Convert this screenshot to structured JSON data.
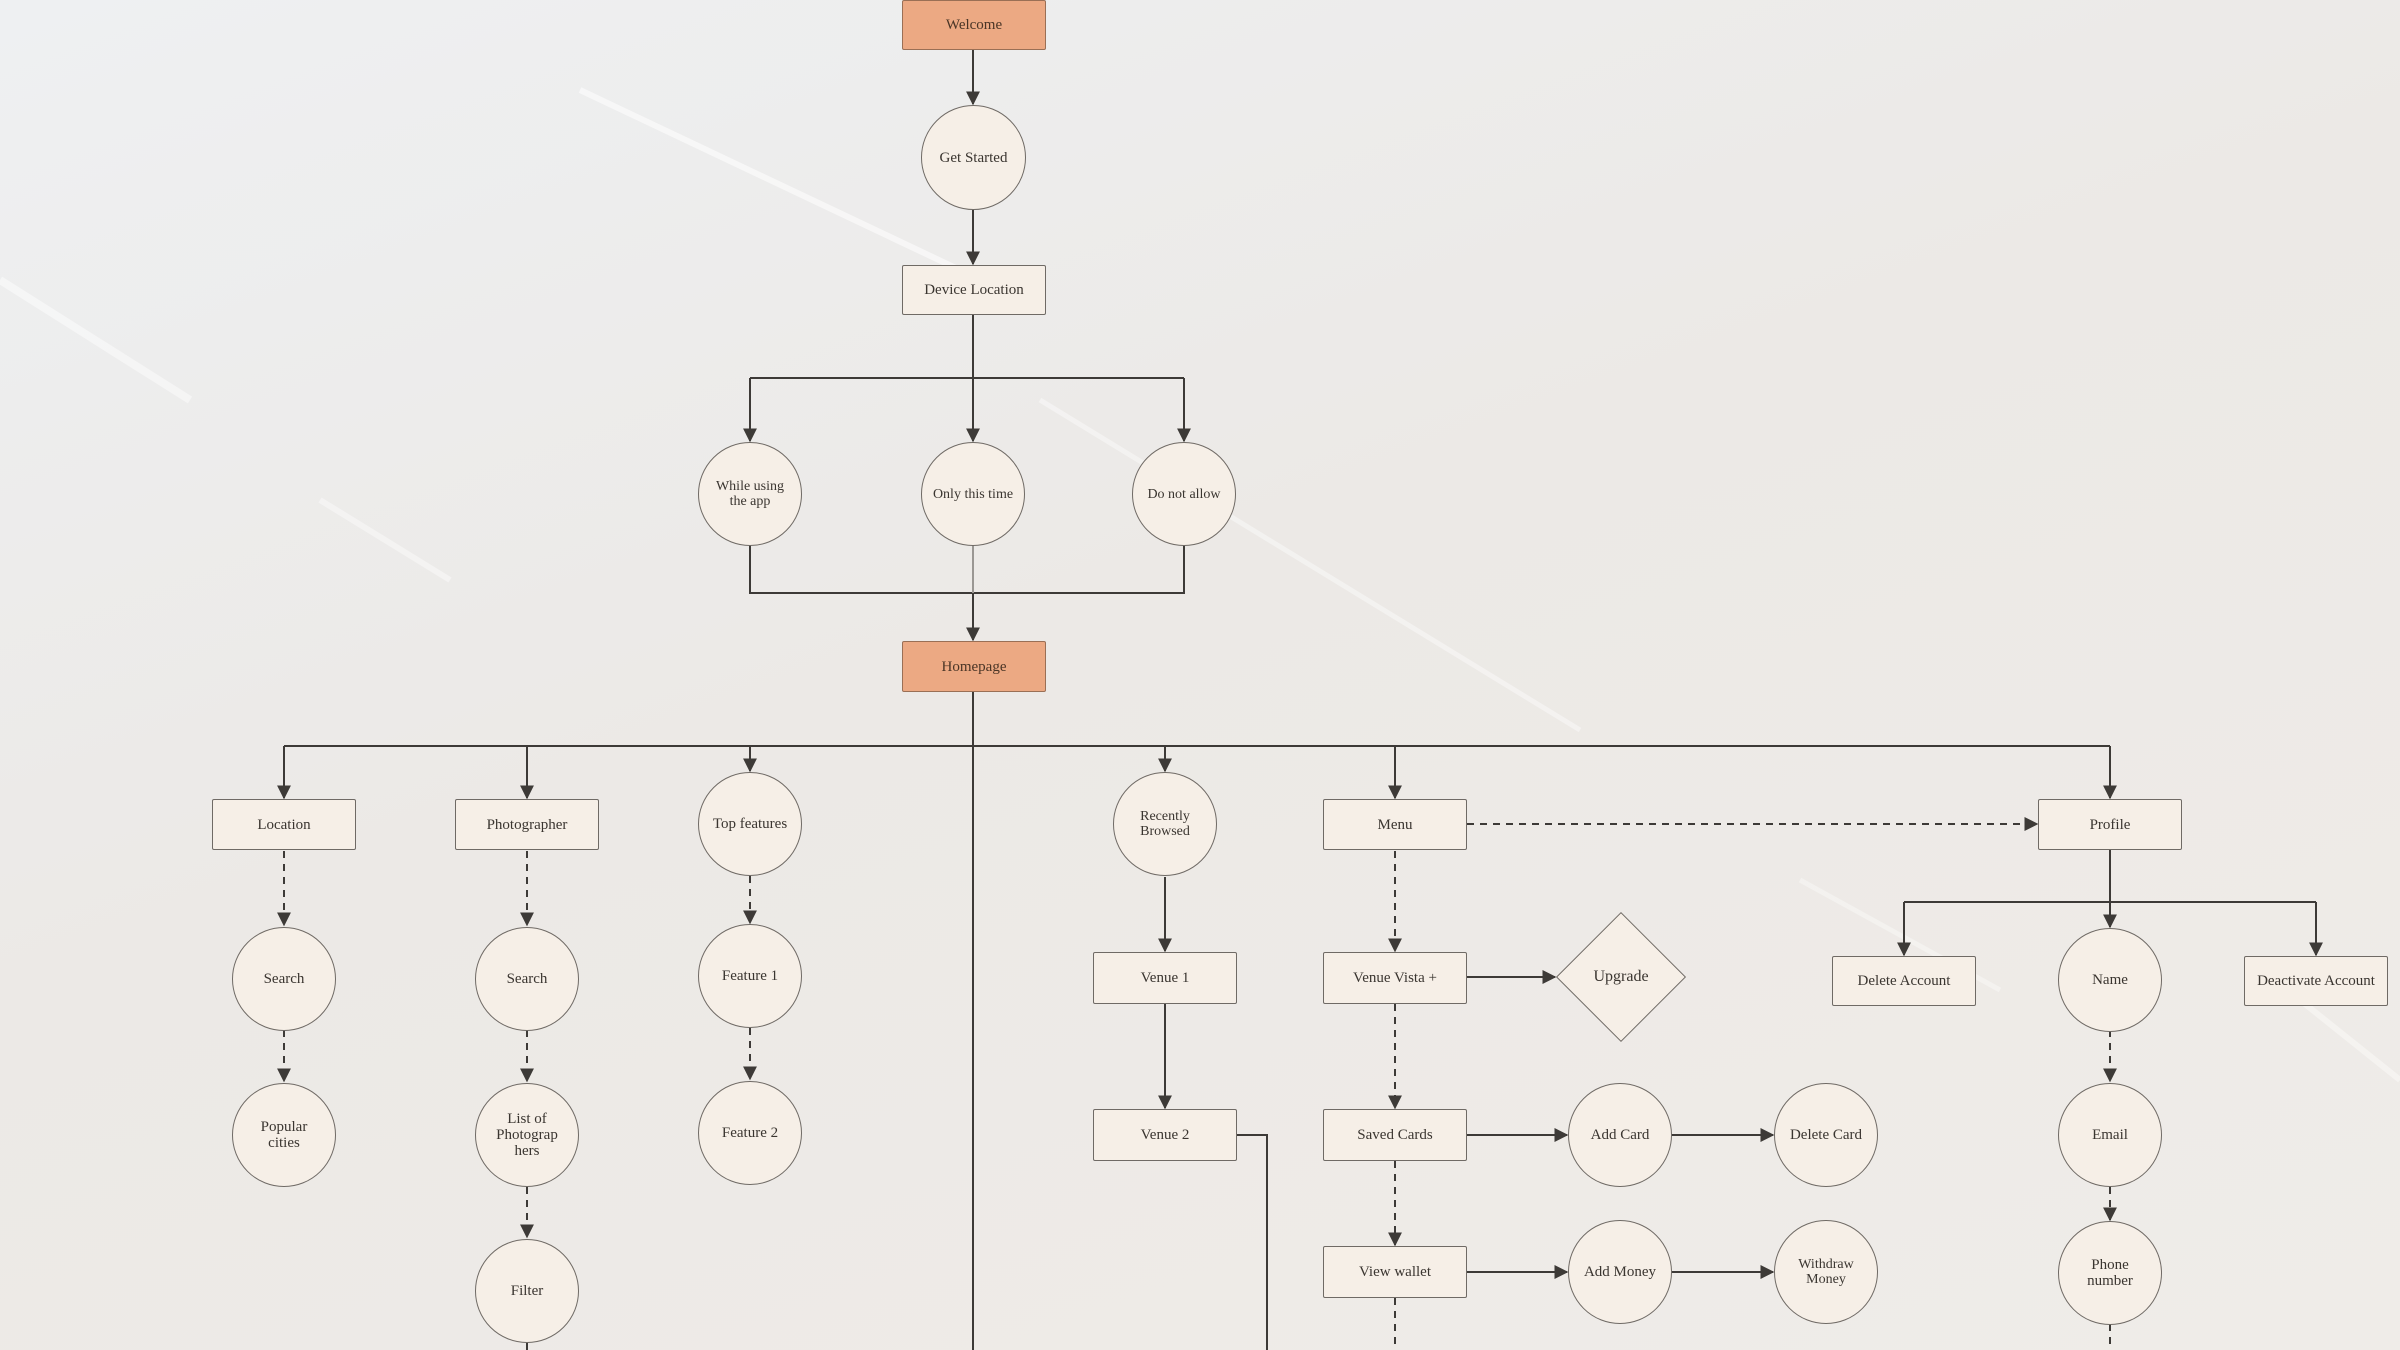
{
  "nodes": {
    "welcome": "Welcome",
    "get_started": "Get Started",
    "device_location": "Device Location",
    "while_using": "While using the app",
    "only_this_time": "Only this time",
    "do_not_allow": "Do not allow",
    "homepage": "Homepage",
    "location": "Location",
    "photographer": "Photographer",
    "top_features": "Top features",
    "recently_browsed": "Recently Browsed",
    "menu": "Menu",
    "profile": "Profile",
    "location_search": "Search",
    "popular_cities": "Popular cities",
    "photographer_search": "Search",
    "list_of_photographers": "List of Photograp hers",
    "filter": "Filter",
    "feature_1": "Feature 1",
    "feature_2": "Feature 2",
    "venue_1": "Venue 1",
    "venue_2": "Venue 2",
    "venue_vista_plus": "Venue Vista +",
    "upgrade": "Upgrade",
    "saved_cards": "Saved Cards",
    "add_card": "Add Card",
    "delete_card": "Delete Card",
    "view_wallet": "View wallet",
    "add_money": "Add Money",
    "withdraw_money": "Withdraw Money",
    "delete_account": "Delete Account",
    "name": "Name",
    "deactivate_account": "Deactivate Account",
    "email": "Email",
    "phone_number": "Phone number"
  },
  "colors": {
    "accent": "#eca983",
    "node_fill": "#f6efe7",
    "line": "#3d3a37"
  }
}
